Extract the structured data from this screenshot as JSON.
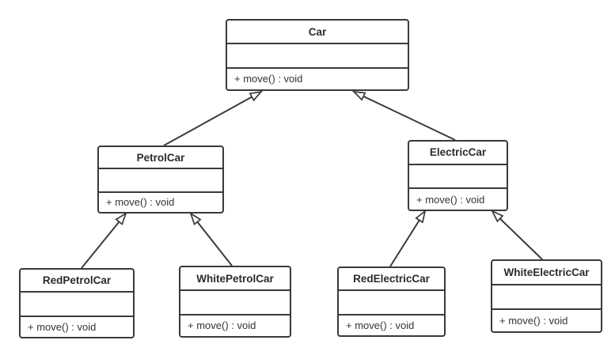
{
  "classes": {
    "car": {
      "name": "Car",
      "attributes": "",
      "methods": "+ move() : void"
    },
    "petrol_car": {
      "name": "PetrolCar",
      "attributes": "",
      "methods": "+ move() : void"
    },
    "electric_car": {
      "name": "ElectricCar",
      "attributes": "",
      "methods": "+ move() : void"
    },
    "red_petrol_car": {
      "name": "RedPetrolCar",
      "attributes": "",
      "methods": "+ move() : void"
    },
    "white_petrol_car": {
      "name": "WhitePetrolCar",
      "attributes": "",
      "methods": "+ move() : void"
    },
    "red_electric_car": {
      "name": "RedElectricCar",
      "attributes": "",
      "methods": "+ move() : void"
    },
    "white_electric_car": {
      "name": "WhiteElectricCar",
      "attributes": "",
      "methods": "+ move() : void"
    }
  },
  "relationships": [
    {
      "from": "PetrolCar",
      "to": "Car",
      "type": "generalization"
    },
    {
      "from": "ElectricCar",
      "to": "Car",
      "type": "generalization"
    },
    {
      "from": "RedPetrolCar",
      "to": "PetrolCar",
      "type": "generalization"
    },
    {
      "from": "WhitePetrolCar",
      "to": "PetrolCar",
      "type": "generalization"
    },
    {
      "from": "RedElectricCar",
      "to": "ElectricCar",
      "type": "generalization"
    },
    {
      "from": "WhiteElectricCar",
      "to": "ElectricCar",
      "type": "generalization"
    }
  ],
  "colors": {
    "background": "#ffffff",
    "node_fill": "#ffffff",
    "node_border": "#3a3a3a",
    "edge_line": "#3a3a3a",
    "name_text": "#2b2b2b",
    "method_text": "#333333"
  }
}
